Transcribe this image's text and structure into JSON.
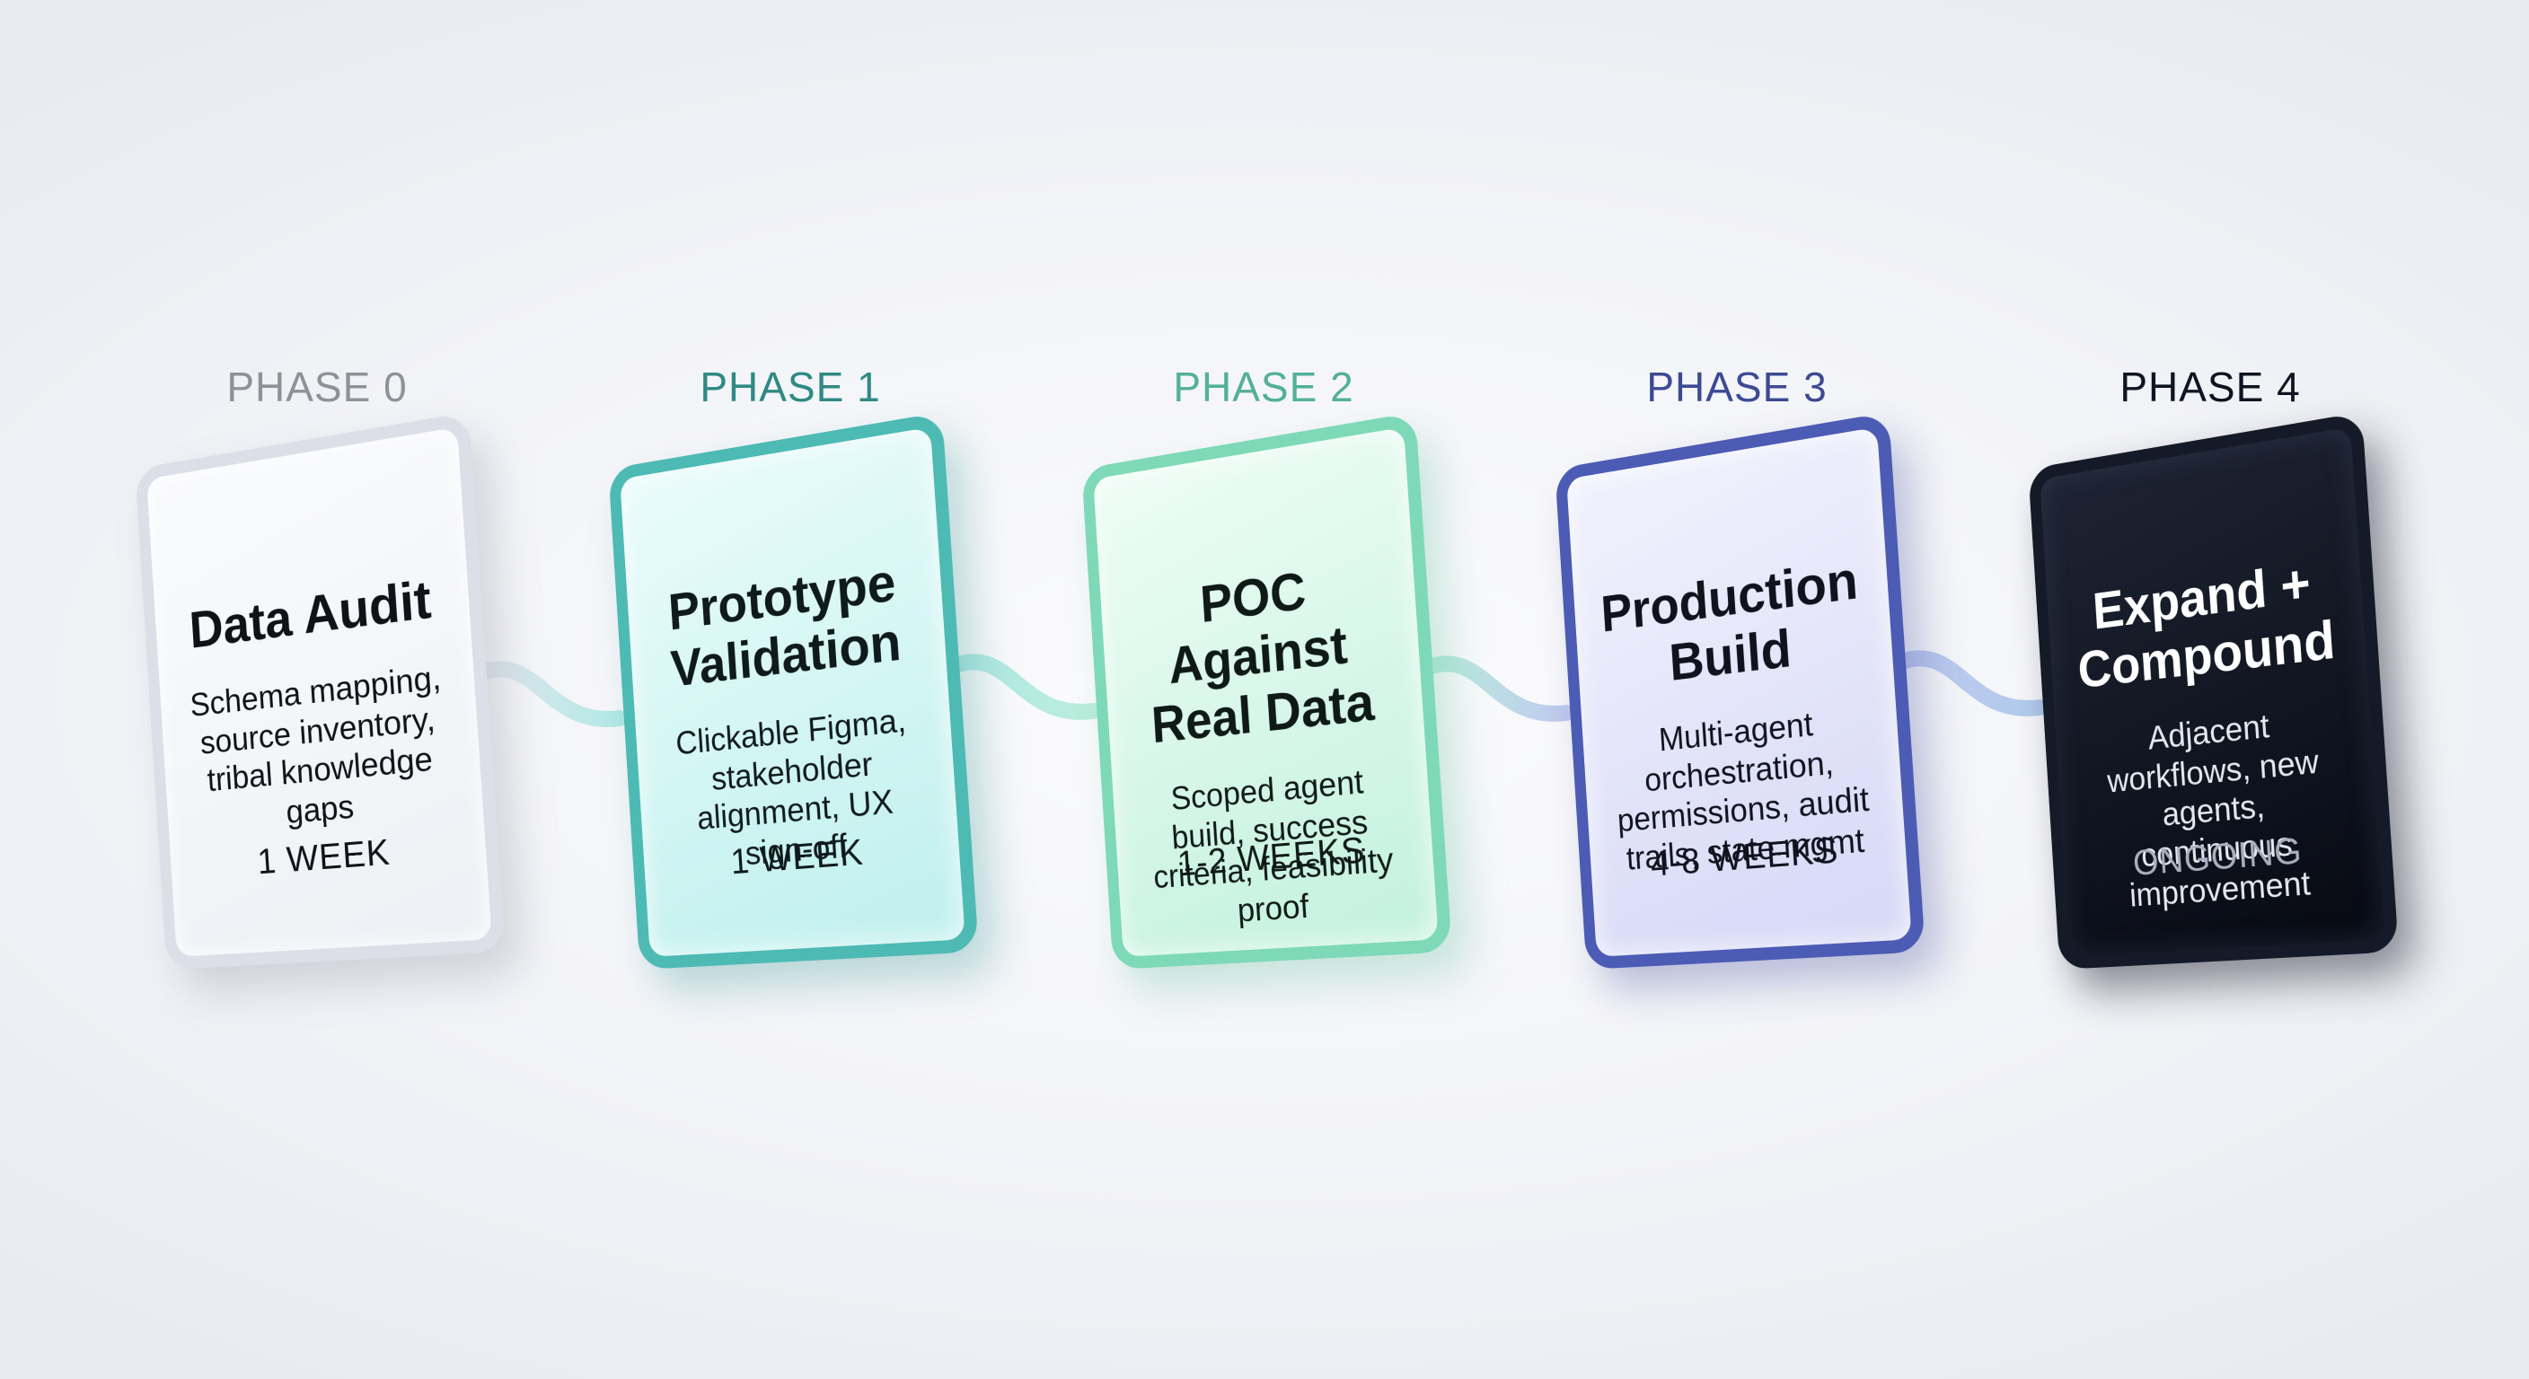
{
  "phases": [
    {
      "label": "PHASE 0",
      "title": "Data Audit",
      "description": "Schema mapping, source inventory, tribal knowledge gaps",
      "duration": "1 WEEK"
    },
    {
      "label": "PHASE 1",
      "title": "Prototype Validation",
      "description": "Clickable Figma, stakeholder alignment, UX sign-off",
      "duration": "1 WEEK"
    },
    {
      "label": "PHASE 2",
      "title": "POC Against Real Data",
      "description": "Scoped agent build, success criteria, feasibility proof",
      "duration": "1-2 WEEKS"
    },
    {
      "label": "PHASE 3",
      "title": "Production Build",
      "description": "Multi-agent orchestration, permissions, audit trails, state mgmt",
      "duration": "4-8 WEEKS"
    },
    {
      "label": "PHASE 4",
      "title": "Expand + Compound",
      "description": "Adjacent workflows, new agents, continuous improvement",
      "duration": "ONGOING"
    }
  ],
  "colors": {
    "phase0": "#8e9298",
    "phase1": "#2e8a84",
    "phase2": "#53b09a",
    "phase3": "#3c4a93",
    "phase4": "#0f1422"
  }
}
